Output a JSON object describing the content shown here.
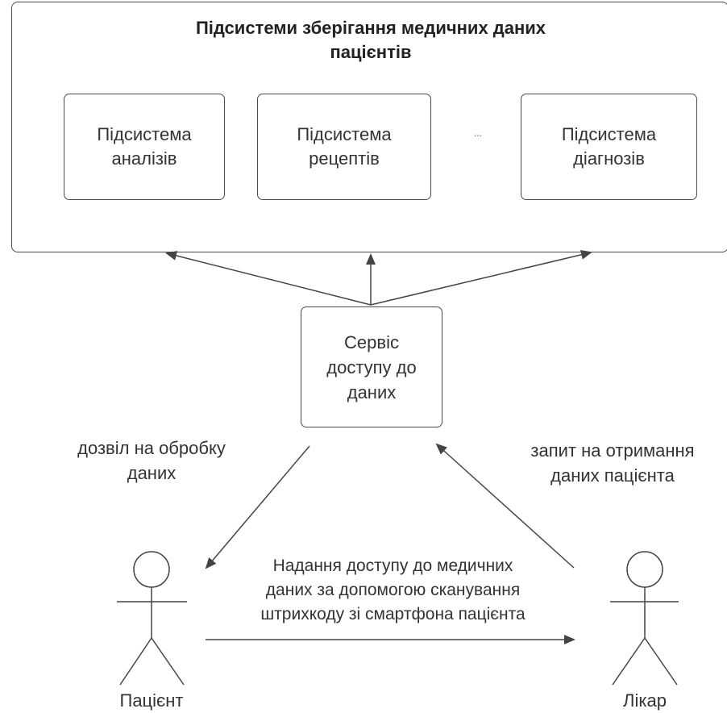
{
  "container": {
    "title_line1": "Підсистеми зберігання медичних даних",
    "title_line2": "пацієнтів"
  },
  "subsystems": [
    {
      "line1": "Підсистема",
      "line2": "аналізів"
    },
    {
      "line1": "Підсистема",
      "line2": "рецептів"
    },
    {
      "line1": "Підсистема",
      "line2": "діагнозів"
    }
  ],
  "ellipsis": "...",
  "service": {
    "line1": "Сервіс",
    "line2": "доступу до",
    "line3": "даних"
  },
  "edge_labels": {
    "consent_line1": "дозвіл на обробку",
    "consent_line2": "даних",
    "request_line1": "запит на отримання",
    "request_line2": "даних пацієнта",
    "access_line1": "Надання доступу до медичних",
    "access_line2": "даних за допомогою сканування",
    "access_line3": "штрихкоду зі смартфона пацієнта"
  },
  "actors": {
    "patient": "Пацієнт",
    "doctor": "Лікар"
  }
}
